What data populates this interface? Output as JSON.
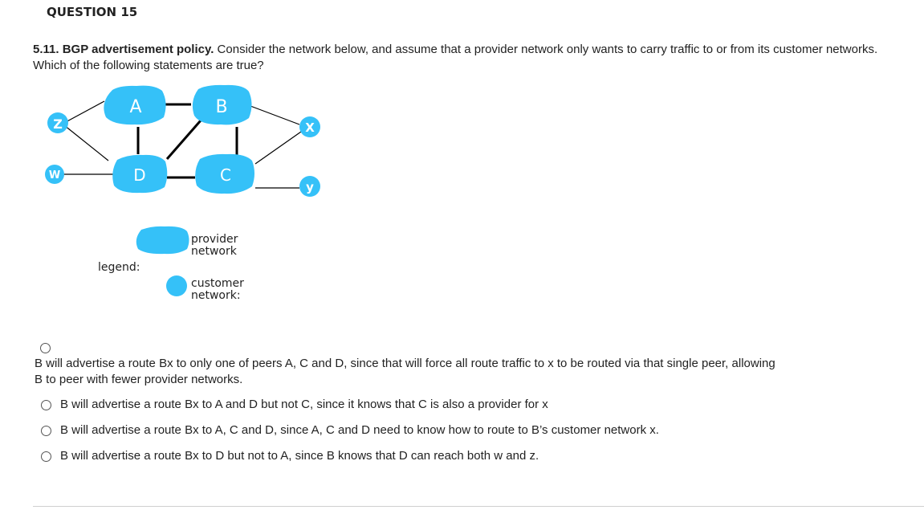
{
  "question": {
    "title": "QUESTION 15",
    "bold_prefix": "5.11. BGP advertisement policy.",
    "text": " Consider the network below, and assume that a provider network only wants to carry traffic to or from its customer networks. Which of the following statements are true?"
  },
  "diagram": {
    "providers": [
      "A",
      "B",
      "C",
      "D"
    ],
    "customers": [
      "Z",
      "X",
      "W",
      "y"
    ],
    "legend_label": "legend:",
    "legend_provider_line1": "provider",
    "legend_provider_line2": "network",
    "legend_customer_line1": "customer",
    "legend_customer_line2": "network:",
    "colors": {
      "node": "#35C1F8",
      "edge": "#000000"
    }
  },
  "options": [
    {
      "line1": "B will advertise a route Bx to only one of peers A, C and D, since that will force all route traffic to x to be routed via that single peer, allowing",
      "line2": "B to peer with fewer provider networks."
    },
    {
      "text": "B will advertise a route Bx to A and D but not C, since it knows that C is also a provider for x"
    },
    {
      "text": "B will advertise a route Bx to A, C and D, since A, C and D need to know how to route to B’s customer network x."
    },
    {
      "text": "B will advertise a route Bx to D but not to A, since B knows that D can reach both w and z."
    }
  ]
}
